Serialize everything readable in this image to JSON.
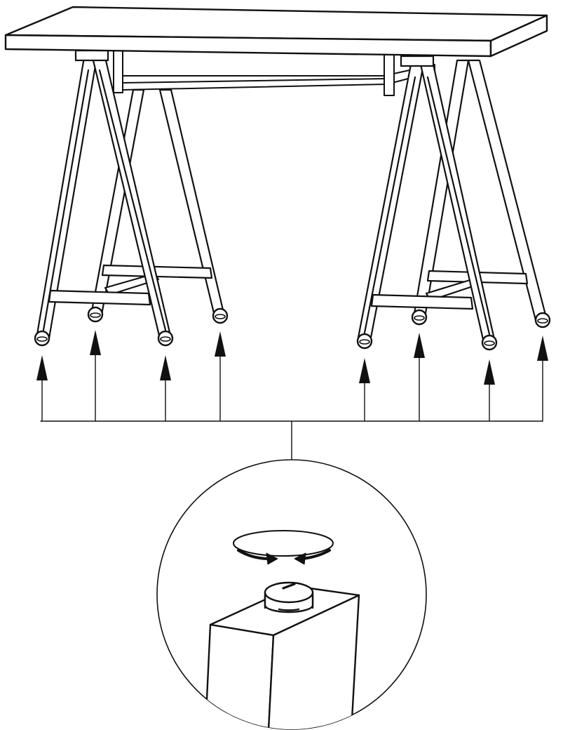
{
  "diagram": {
    "line_color": "#111111",
    "background": "#ffffff",
    "legs_count": 8,
    "subjects": [
      "table-top",
      "shelf",
      "left-trestle",
      "right-trestle",
      "leg-feet",
      "detail-circle",
      "rotating-foot-cap"
    ],
    "icons": [
      "up-arrow-icon",
      "rotation-arrows-icon"
    ]
  }
}
